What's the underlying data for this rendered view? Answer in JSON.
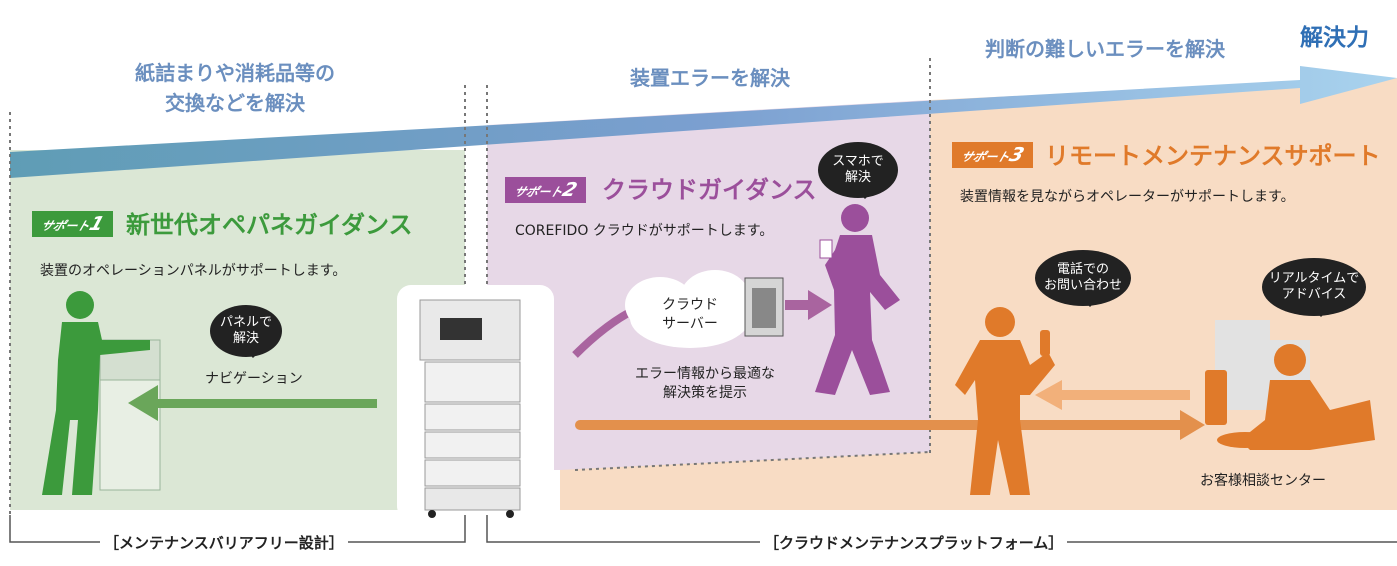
{
  "header": {
    "solution_power": "解決力",
    "col1": [
      "紙詰まりや消耗品等の",
      "交換などを解決"
    ],
    "col2": "装置エラーを解決",
    "col3": "判断の難しいエラーを解決"
  },
  "support1": {
    "badge": "サポート",
    "num": "1",
    "title": "新世代オペパネガイダンス",
    "desc": "装置のオペレーションパネルがサポートします。",
    "bubble": [
      "パネルで",
      "解決"
    ],
    "nav_label": "ナビゲーション"
  },
  "support2": {
    "badge": "サポート",
    "num": "2",
    "title": "クラウドガイダンス",
    "desc": "COREFIDO クラウドがサポートします。",
    "bubble": [
      "スマホで",
      "解決"
    ],
    "cloud": [
      "クラウド",
      "サーバー"
    ],
    "caption": [
      "エラー情報から最適な",
      "解決策を提示"
    ]
  },
  "support3": {
    "badge": "サポート",
    "num": "3",
    "title": "リモートメンテナンスサポート",
    "desc": "装置情報を見ながらオペレーターがサポートします。",
    "bubble_phone": [
      "電話での",
      "お問い合わせ"
    ],
    "bubble_advice": [
      "リアルタイムで",
      "アドバイス"
    ],
    "center": "お客様相談センター"
  },
  "footer": {
    "left": "［メンテナンスバリアフリー設計］",
    "right": "［クラウドメンテナンスプラットフォーム］"
  },
  "colors": {
    "green": "#3c9a3c",
    "purple": "#9b4f9b",
    "orange": "#e07a2a",
    "blue": "#6b8fbf"
  }
}
